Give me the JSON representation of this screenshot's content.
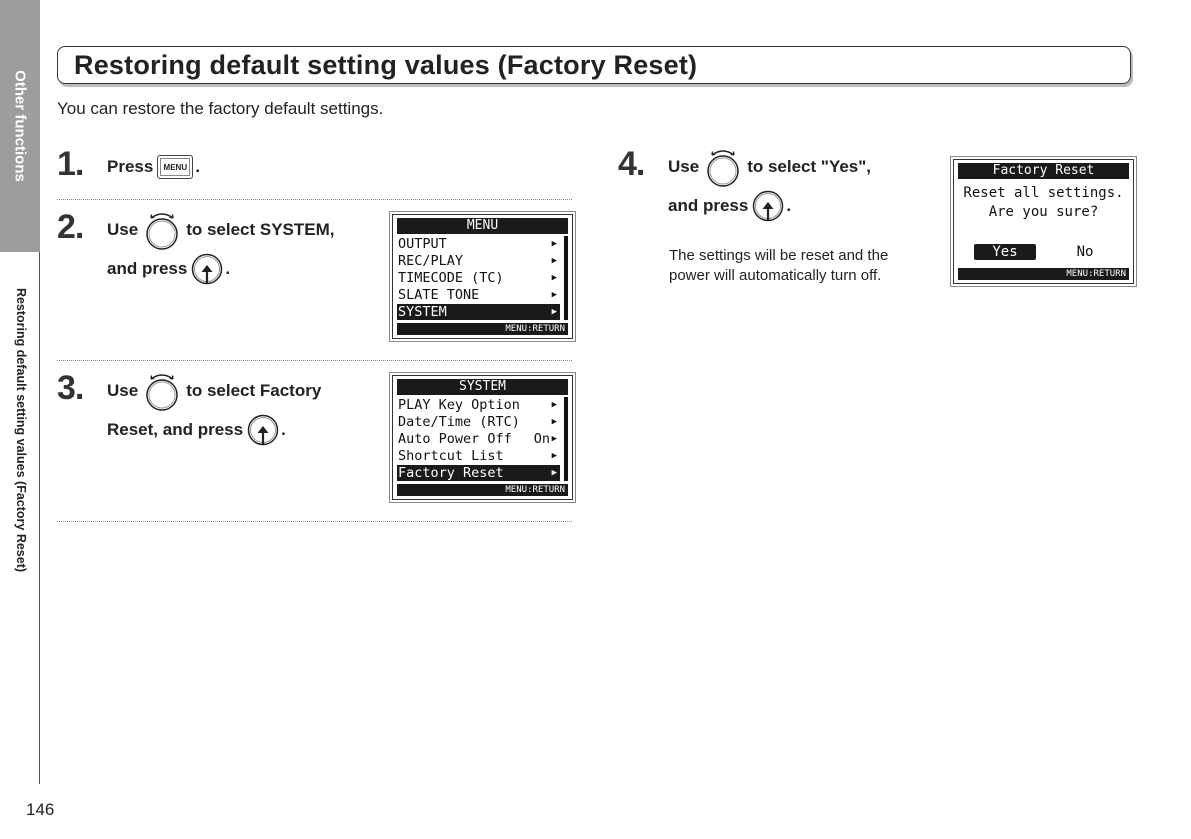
{
  "sidebar": {
    "tab_label": "Other functions",
    "section_label": "Restoring default setting values (Factory Reset)"
  },
  "page_number": "146",
  "title": "Restoring default setting values (Factory Reset)",
  "intro": "You can restore the factory default settings.",
  "steps": [
    {
      "number": "1.",
      "lines": [
        {
          "before": "Press",
          "icon": "menu-key",
          "after": "."
        }
      ]
    },
    {
      "number": "2.",
      "lines": [
        {
          "before": "Use",
          "icon": "dial",
          "after": "to select SYSTEM,"
        },
        {
          "before": "and press",
          "icon": "push-dial",
          "after": "."
        }
      ]
    },
    {
      "number": "3.",
      "lines": [
        {
          "before": "Use",
          "icon": "dial",
          "after": "to select Factory"
        },
        {
          "before": "Reset, and press",
          "icon": "push-dial",
          "after": "."
        }
      ]
    },
    {
      "number": "4.",
      "lines": [
        {
          "before": "Use",
          "icon": "dial",
          "after": "to select \"Yes\","
        },
        {
          "before": "and press",
          "icon": "push-dial",
          "after": "."
        }
      ],
      "note": [
        "The settings will be reset and the",
        "power will automatically turn off."
      ]
    }
  ],
  "icons": {
    "menu_key_label": "MENU"
  },
  "screens": {
    "menu": {
      "header": "MENU",
      "items": [
        {
          "label": "OUTPUT",
          "value": "",
          "selected": false
        },
        {
          "label": "REC/PLAY",
          "value": "",
          "selected": false
        },
        {
          "label": "TIMECODE (TC)",
          "value": "",
          "selected": false
        },
        {
          "label": "SLATE TONE",
          "value": "",
          "selected": false
        },
        {
          "label": "SYSTEM",
          "value": "",
          "selected": true
        }
      ],
      "footer": "MENU:RETURN"
    },
    "system": {
      "header": "SYSTEM",
      "items": [
        {
          "label": "PLAY Key Option",
          "value": "",
          "selected": false
        },
        {
          "label": "Date/Time (RTC)",
          "value": "",
          "selected": false
        },
        {
          "label": "Auto Power Off",
          "value": "On",
          "selected": false
        },
        {
          "label": "Shortcut List",
          "value": "",
          "selected": false
        },
        {
          "label": "Factory Reset",
          "value": "",
          "selected": true
        }
      ],
      "footer": "MENU:RETURN"
    },
    "factory_reset": {
      "header": "Factory Reset",
      "message": [
        "Reset all settings.",
        "Are you sure?"
      ],
      "yes_label": "Yes",
      "no_label": "No",
      "selected": "Yes",
      "footer": "MENU:RETURN"
    }
  }
}
